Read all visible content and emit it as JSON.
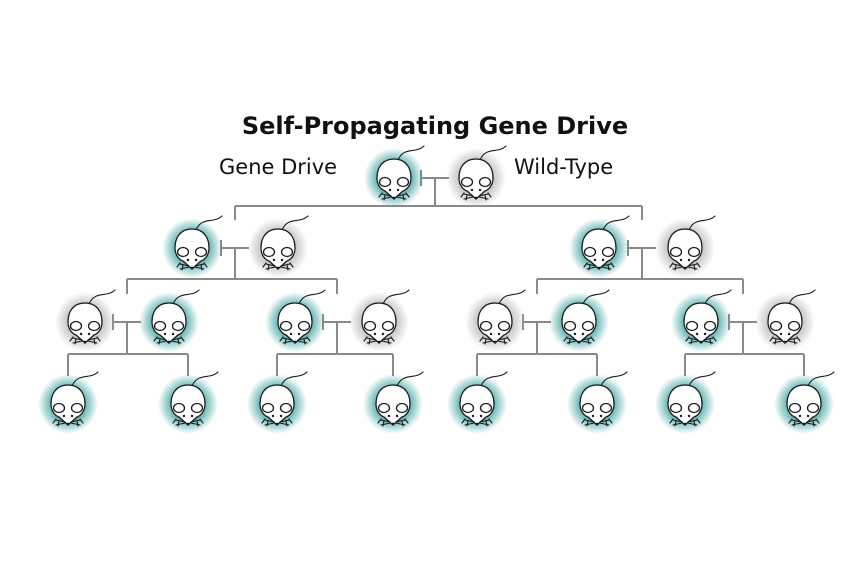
{
  "title": "Self-Propagating Gene Drive",
  "legend": {
    "gene_drive_label": "Gene Drive",
    "wild_type_label": "Wild-Type"
  },
  "colors": {
    "gene_drive": "#2a9a98",
    "wild_type": "#bdbdbd",
    "connector": "#8a8a8a"
  },
  "icon": "mouse-icon",
  "generations": [
    {
      "pairs": [
        {
          "parents": [
            "gene_drive",
            "wild_type"
          ]
        }
      ]
    },
    {
      "pairs": [
        {
          "parents": [
            "gene_drive",
            "wild_type"
          ]
        },
        {
          "parents": [
            "gene_drive",
            "wild_type"
          ]
        }
      ]
    },
    {
      "pairs": [
        {
          "parents": [
            "wild_type",
            "gene_drive"
          ]
        },
        {
          "parents": [
            "gene_drive",
            "wild_type"
          ]
        },
        {
          "parents": [
            "wild_type",
            "gene_drive"
          ]
        },
        {
          "parents": [
            "gene_drive",
            "wild_type"
          ]
        }
      ]
    },
    {
      "offspring": [
        "gene_drive",
        "gene_drive",
        "gene_drive",
        "gene_drive",
        "gene_drive",
        "gene_drive",
        "gene_drive",
        "gene_drive"
      ]
    }
  ]
}
